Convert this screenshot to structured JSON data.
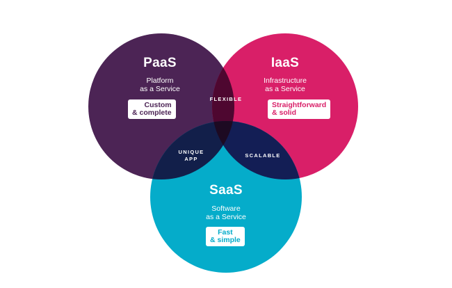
{
  "colors": {
    "paas": "#4c2455",
    "iaas": "#d91f68",
    "saas": "#05acca",
    "paas_iaas": "#4e0730",
    "paas_saas": "#121f4a",
    "iaas_saas": "#131e55",
    "center": "#1d0a22"
  },
  "paas": {
    "title": "PaaS",
    "subtitle_line1": "Platform",
    "subtitle_line2": "as a Service",
    "badge_line1": "Custom",
    "badge_line2": "& complete"
  },
  "iaas": {
    "title": "IaaS",
    "subtitle_line1": "Infrastructure",
    "subtitle_line2": "as a Service",
    "badge_line1": "Straightforward",
    "badge_line2": "& solid"
  },
  "saas": {
    "title": "SaaS",
    "subtitle_line1": "Software",
    "subtitle_line2": "as a Service",
    "badge_line1": "Fast",
    "badge_line2": "& simple"
  },
  "overlaps": {
    "paas_iaas": "FLEXIBLE",
    "paas_saas_line1": "UNIQUE",
    "paas_saas_line2": "APP",
    "iaas_saas": "SCALABLE"
  }
}
